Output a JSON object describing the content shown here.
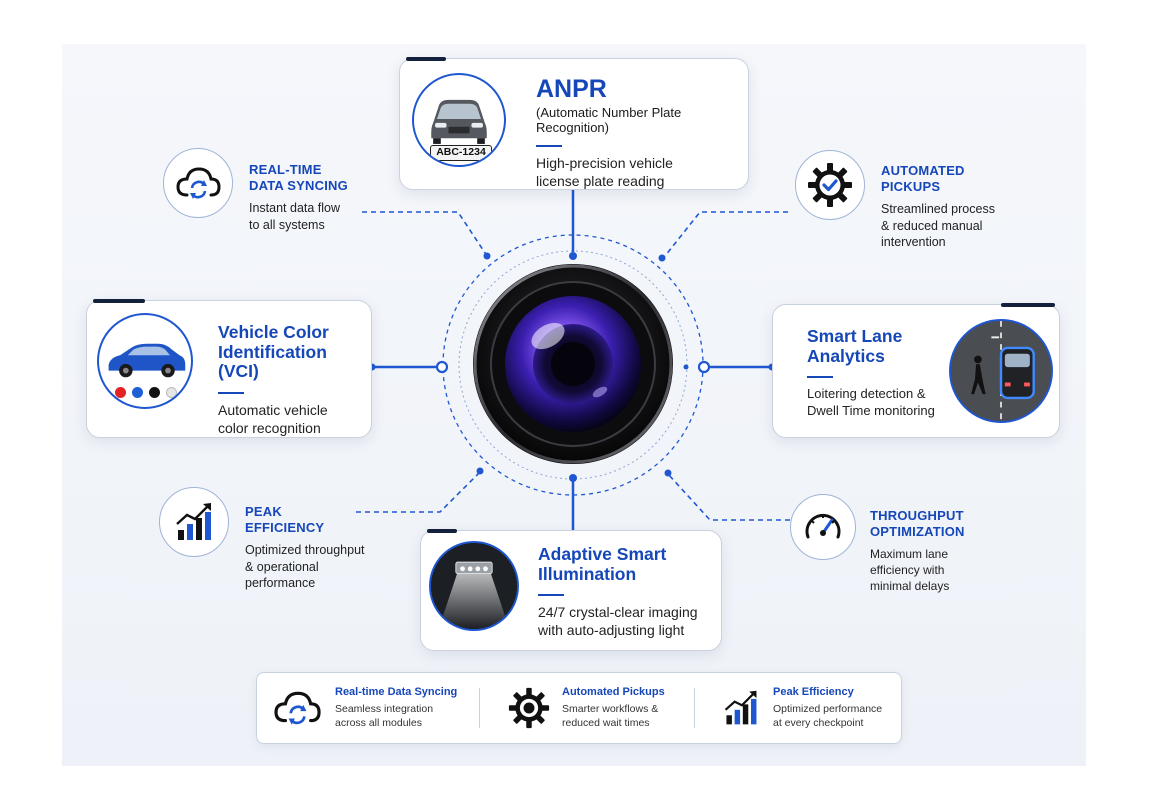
{
  "anpr": {
    "title": "ANPR",
    "subtitle": "(Automatic Number Plate Recognition)",
    "desc_line1": "High-precision vehicle",
    "desc_line2": "license plate reading",
    "plate": "ABC-1234"
  },
  "vci": {
    "title_line1": "Vehicle Color",
    "title_line2": "Identification (VCI)",
    "desc_line1": "Automatic vehicle",
    "desc_line2": "color recognition",
    "swatches": [
      "#e32222",
      "#1f5fd6",
      "#111111",
      "#e6e6e6"
    ]
  },
  "lane": {
    "title_line1": "Smart Lane",
    "title_line2": "Analytics",
    "desc_line1": "Loitering detection &",
    "desc_line2": "Dwell Time monitoring"
  },
  "illumination": {
    "title_line1": "Adaptive Smart",
    "title_line2": "Illumination",
    "desc_line1": "24/7 crystal-clear imaging",
    "desc_line2": "with auto-adjusting light"
  },
  "sync": {
    "title_line1": "REAL-TIME",
    "title_line2": "DATA SYNCING",
    "desc_line1": "Instant data flow",
    "desc_line2": "to all systems",
    "icon": "cloud-sync-icon"
  },
  "pickups": {
    "title_line1": "AUTOMATED",
    "title_line2": "PICKUPS",
    "desc_line1": "Streamlined process",
    "desc_line2": "& reduced manual",
    "desc_line3": "intervention",
    "icon": "gear-check-icon"
  },
  "peak": {
    "title_line1": "PEAK",
    "title_line2": "EFFICIENCY",
    "desc_line1": "Optimized throughput",
    "desc_line2": "& operational",
    "desc_line3": "performance",
    "icon": "growth-chart-icon"
  },
  "throughput": {
    "title_line1": "THROUGHPUT",
    "title_line2": "OPTIMIZATION",
    "desc_line1": "Maximum lane",
    "desc_line2": "efficiency with",
    "desc_line3": "minimal delays",
    "icon": "speedometer-icon"
  },
  "bottom": {
    "items": [
      {
        "title": "Real-time Data Syncing",
        "desc_line1": "Seamless integration",
        "desc_line2": "across all modules"
      },
      {
        "title": "Automated Pickups",
        "desc_line1": "Smarter workflows &",
        "desc_line2": "reduced wait times"
      },
      {
        "title": "Peak Efficiency",
        "desc_line1": "Optimized performance",
        "desc_line2": "at every checkpoint"
      }
    ]
  },
  "colors": {
    "accent": "#1647b8",
    "dark": "#14213d",
    "line": "#1f57d1"
  }
}
